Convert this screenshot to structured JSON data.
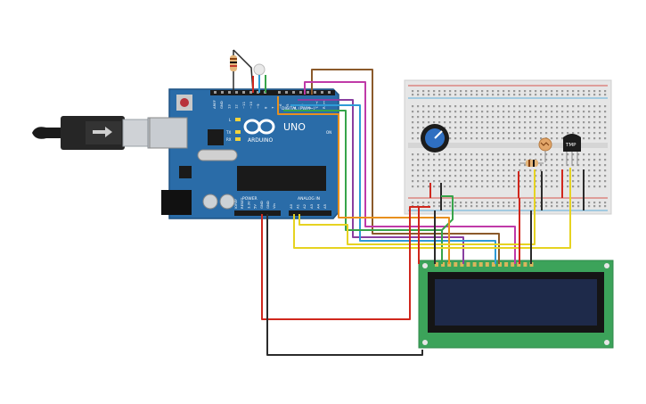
{
  "board": {
    "logo_text": "ARDUINO",
    "model": "UNO",
    "digital_header": "DIGITAL (PWM~)",
    "power_label": "POWER",
    "analog_label": "ANALOG IN",
    "led_l": "L",
    "led_tx": "TX",
    "led_rx": "RX",
    "on_label": "ON",
    "top_pins": [
      "AREF",
      "GND",
      "13",
      "12",
      "~11",
      "~10",
      "~9",
      "8",
      "7",
      "~6",
      "~5",
      "4",
      "~3",
      "2",
      "TX→1",
      "RX←0"
    ],
    "power_pins": [
      "IOREF",
      "RESET",
      "3.3V",
      "5V",
      "GND",
      "GND",
      "Vin"
    ],
    "analog_pins": [
      "A0",
      "A1",
      "A2",
      "A3",
      "A4",
      "A5"
    ]
  },
  "sensor": {
    "tmp_label": "TMP"
  },
  "colors": {
    "board": "#2A6CA8",
    "board_dark": "#1E5283",
    "breadboard": "#E6E6E6",
    "lcd_pcb": "#3CA35A",
    "lcd_screen": "#1E2A4A",
    "wire_red": "#D0271D",
    "wire_black": "#2B2B2B",
    "wire_orange": "#E8901E",
    "wire_yellow": "#E6D321",
    "wire_green": "#37A44A",
    "wire_blue": "#2F9BD6",
    "wire_purple": "#8A3FA0",
    "wire_magenta": "#C03AA8",
    "wire_brown": "#8B5A2B"
  },
  "icons": [
    "usb-plug-icon",
    "potentiometer-icon",
    "photoresistor-icon",
    "tmp-sensor-icon",
    "resistor-icon",
    "led-icon"
  ]
}
